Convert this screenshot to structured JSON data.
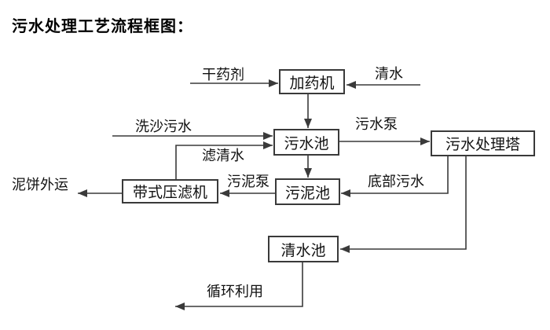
{
  "title": "污水处理工艺流程框图：",
  "nodes": {
    "dosing_machine": {
      "label": "加药机"
    },
    "sewage_pool": {
      "label": "污水池"
    },
    "treatment_tower": {
      "label": "污水处理塔"
    },
    "sludge_pool": {
      "label": "污泥池"
    },
    "belt_filter_press": {
      "label": "带式压滤机"
    },
    "clean_water_pool": {
      "label": "清水池"
    }
  },
  "edge_labels": {
    "dry_agent": "干药剂",
    "clean_water_in": "清水",
    "sand_wash_sewage": "洗沙污水",
    "filtered_water": "滤清水",
    "sewage_pump": "污水泵",
    "bottom_sewage": "底部污水",
    "sludge_pump": "污泥泵",
    "mud_cake_out": "泥饼外运",
    "recycle_use": "循环利用"
  },
  "colors": {
    "line": "#3a3a3a",
    "text": "#111111",
    "background": "#ffffff"
  }
}
